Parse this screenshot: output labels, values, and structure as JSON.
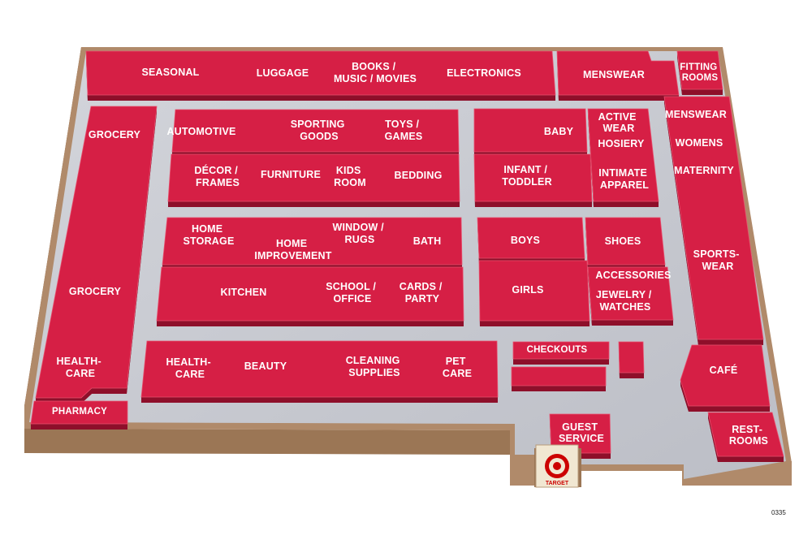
{
  "store_map": {
    "code": "0335",
    "logo_text": "TARGET",
    "departments": {
      "seasonal": "SEASONAL",
      "luggage": "LUGGAGE",
      "books_music_movies": [
        "BOOKS /",
        "MUSIC / MOVIES"
      ],
      "electronics": "ELECTRONICS",
      "menswear_top": "MENSWEAR",
      "fitting_rooms": [
        "FITTING",
        "ROOMS"
      ],
      "grocery_upper": "GROCERY",
      "automotive": "AUTOMOTIVE",
      "sporting_goods": [
        "SPORTING",
        "GOODS"
      ],
      "toys_games": [
        "TOYS /",
        "GAMES"
      ],
      "baby": "BABY",
      "active_wear": [
        "ACTIVE",
        "WEAR"
      ],
      "hosiery": "HOSIERY",
      "menswear_right": "MENSWEAR",
      "womens": "WOMENS",
      "maternity": "MATERNITY",
      "decor_frames": [
        "DÉCOR /",
        "FRAMES"
      ],
      "furniture": "FURNITURE",
      "kids_room": [
        "KIDS",
        "ROOM"
      ],
      "bedding": "BEDDING",
      "infant_toddler": [
        "INFANT /",
        "TODDLER"
      ],
      "intimate_apparel": [
        "INTIMATE",
        "APPAREL"
      ],
      "home_storage": [
        "HOME",
        "STORAGE"
      ],
      "home_improvement": [
        "HOME",
        "IMPROVEMENT"
      ],
      "window_rugs": [
        "WINDOW /",
        "RUGS"
      ],
      "bath": "BATH",
      "boys": "BOYS",
      "shoes": "SHOES",
      "sportswear": [
        "SPORTS-",
        "WEAR"
      ],
      "grocery_lower": "GROCERY",
      "kitchen": "KITCHEN",
      "school_office": [
        "SCHOOL /",
        "OFFICE"
      ],
      "cards_party": [
        "CARDS /",
        "PARTY"
      ],
      "girls": "GIRLS",
      "accessories": "ACCESSORIES",
      "jewelry_watches": [
        "JEWELRY /",
        "WATCHES"
      ],
      "healthcare_left": [
        "HEALTH-",
        "CARE"
      ],
      "healthcare_center": [
        "HEALTH-",
        "CARE"
      ],
      "beauty": "BEAUTY",
      "cleaning_supplies": [
        "CLEANING",
        "SUPPLIES"
      ],
      "pet_care": [
        "PET",
        "CARE"
      ],
      "checkouts": "CHECKOUTS",
      "cafe": "CAFÉ",
      "pharmacy": "PHARMACY",
      "guest_service": [
        "GUEST",
        "SERVICE"
      ],
      "restrooms": [
        "REST-",
        "ROOMS"
      ]
    },
    "colors": {
      "department": "#d61f45",
      "department_side": "#8e0f2a",
      "department_top_edge": "#e8516f",
      "floor": "#c9cbd2",
      "wall": "#a98466",
      "wall_dark": "#7d5a41",
      "background": "#ffffff",
      "logo_bg": "#f1e7d2",
      "logo_red": "#cc0000"
    }
  }
}
